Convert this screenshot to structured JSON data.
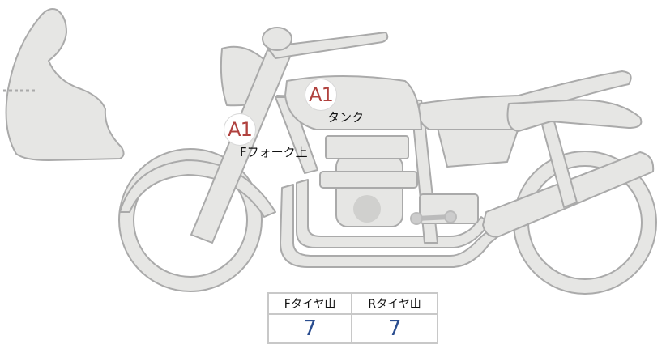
{
  "markers": [
    {
      "code": "A1",
      "label": "タンク"
    },
    {
      "code": "A1",
      "label": "Fフォーク上"
    }
  ],
  "tread_table": {
    "front_header": "Fタイヤ山",
    "rear_header": "Rタイヤ山",
    "front_value": "7",
    "rear_value": "7"
  },
  "colors": {
    "body_fill": "#e6e6e4",
    "outline": "#aaaaaa",
    "marker_text": "#b0413e",
    "value_text": "#2a4d8f"
  }
}
